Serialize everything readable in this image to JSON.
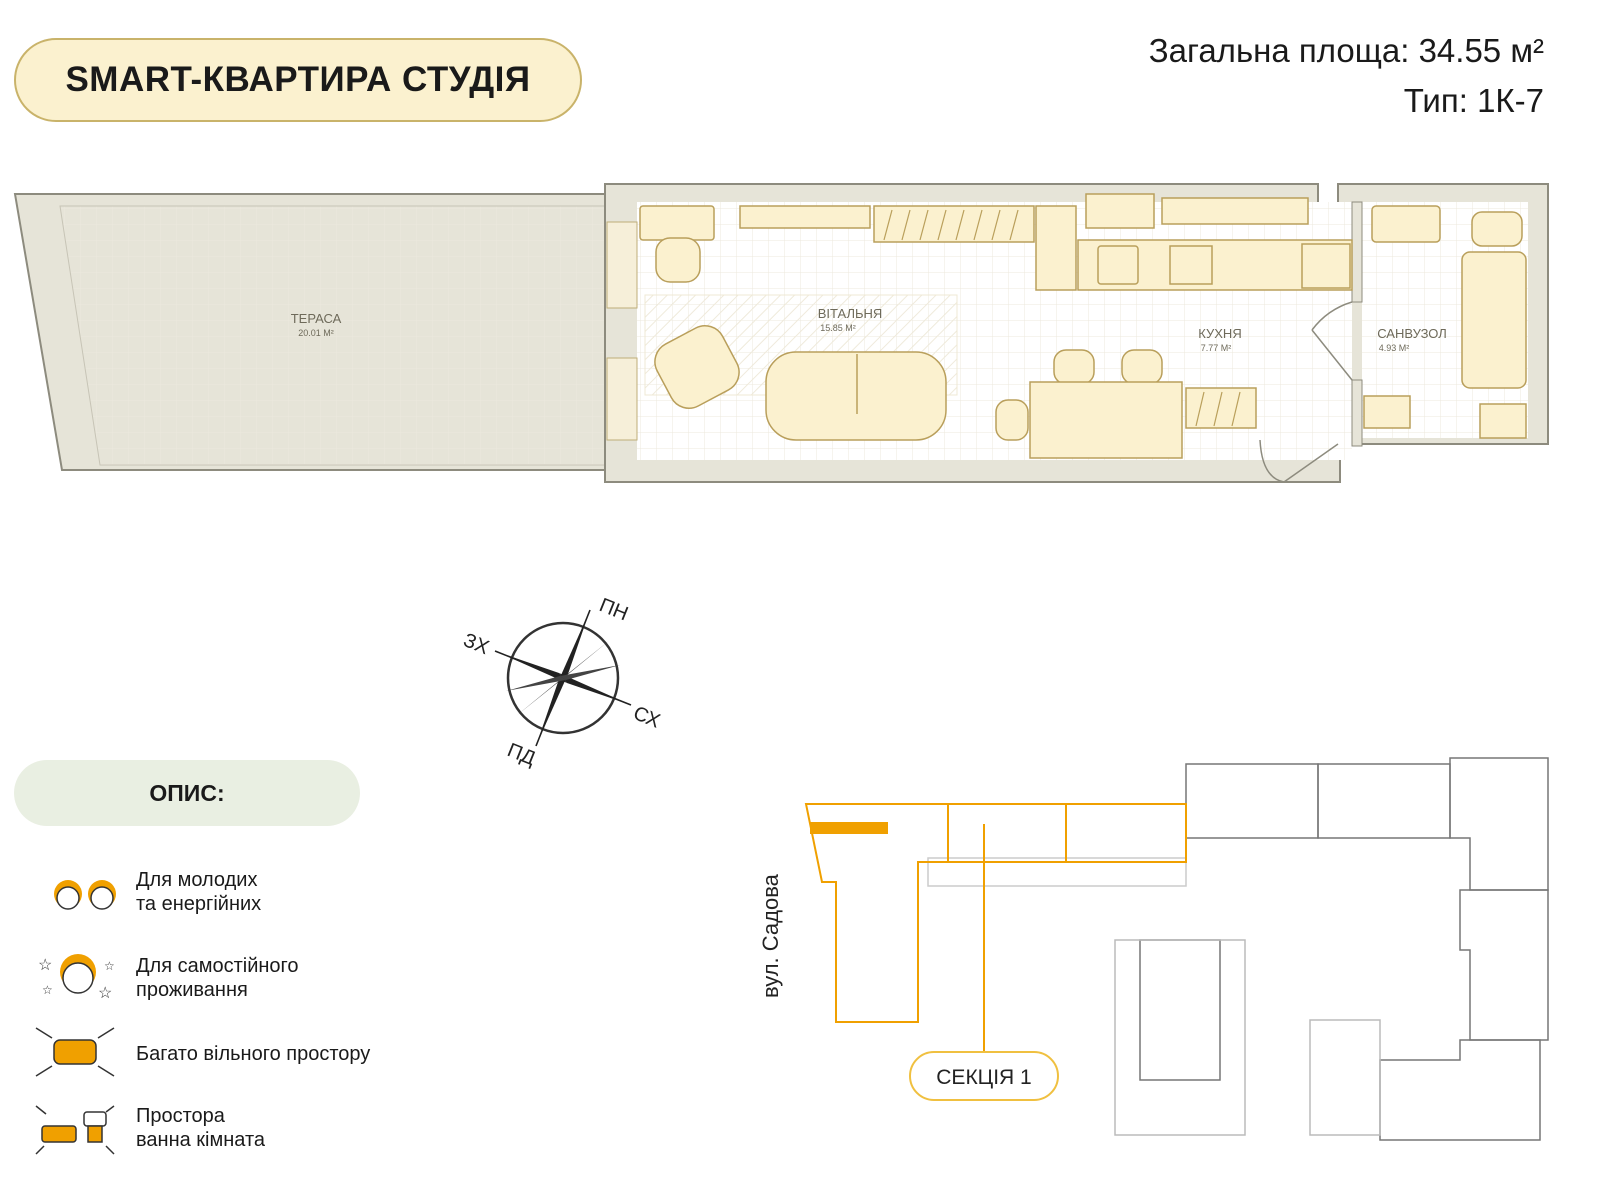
{
  "header": {
    "title": "SMART-КВАРТИРА СТУДІЯ",
    "area_line": "Загальна площа: 34.55 м²",
    "type_line": "Тип: 1К-7"
  },
  "rooms": {
    "terrace": {
      "name": "ТЕРАСА",
      "area": "20.01 М²"
    },
    "living": {
      "name": "ВІТАЛЬНЯ",
      "area": "15.85 М²"
    },
    "kitchen": {
      "name": "КУХНЯ",
      "area": "7.77 М²"
    },
    "bathroom": {
      "name": "САНВУЗОЛ",
      "area": "4.93 М²"
    }
  },
  "compass": {
    "north": "ПН",
    "east": "СХ",
    "south": "ПД",
    "west": "ЗХ"
  },
  "description": {
    "heading": "ОПИС:",
    "features": [
      {
        "line1": "Для молодих",
        "line2": "та енергійних",
        "icon": "people-icon"
      },
      {
        "line1": "Для самостійного",
        "line2": "проживання",
        "icon": "person-stars-icon"
      },
      {
        "line1": "Багато вільного простору",
        "line2": "",
        "icon": "expand-space-icon"
      },
      {
        "line1": "Простора",
        "line2": "ванна кімната",
        "icon": "bath-icon"
      }
    ]
  },
  "site_plan": {
    "street": "вул. Садова",
    "section": "СЕКЦІЯ 1"
  },
  "colors": {
    "accent": "#f0a000",
    "fill": "#fbf1cf",
    "wall": "#e6e4d8",
    "outline": "#8d8b7e"
  }
}
